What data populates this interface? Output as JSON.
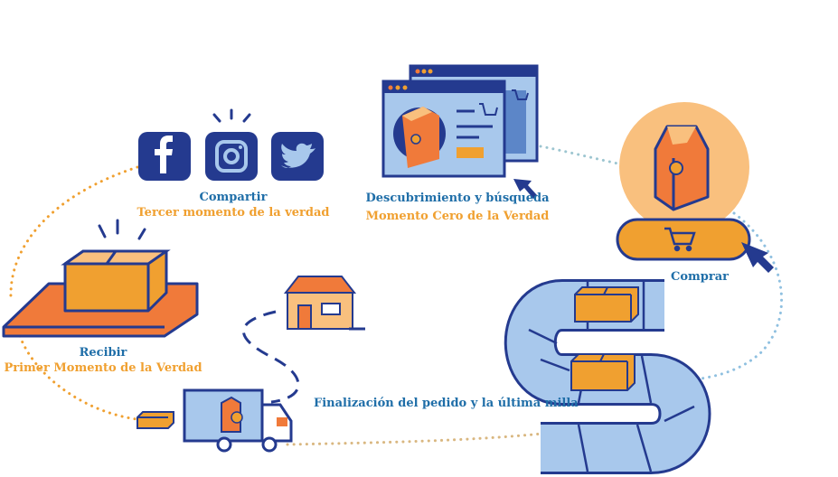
{
  "stages": {
    "share": {
      "title": "Compartir",
      "subtitle": "Tercer momento de la verdad"
    },
    "discover": {
      "title": "Descubrimiento y búsqueda",
      "subtitle": "Momento Cero de la Verdad"
    },
    "buy": {
      "title": "Comprar"
    },
    "receive": {
      "title": "Recibir",
      "subtitle": "Primer Momento de la Verdad"
    },
    "fulfil": {
      "title": "Finalización del pedido y la última milla"
    }
  },
  "icons": [
    "facebook-icon",
    "instagram-icon",
    "twitter-icon",
    "browser-window-icon",
    "juice-carton-icon",
    "shopping-cart-icon",
    "cursor-arrow-icon",
    "package-box-icon",
    "house-icon",
    "delivery-truck-icon",
    "conveyor-belt-icon"
  ],
  "colors": {
    "navy": "#243a8f",
    "blue": "#1f6ea8",
    "orange": "#f0a030",
    "deep_orange": "#f07a3a",
    "light_blue": "#a8c8ec",
    "peach": "#f9c07e"
  }
}
